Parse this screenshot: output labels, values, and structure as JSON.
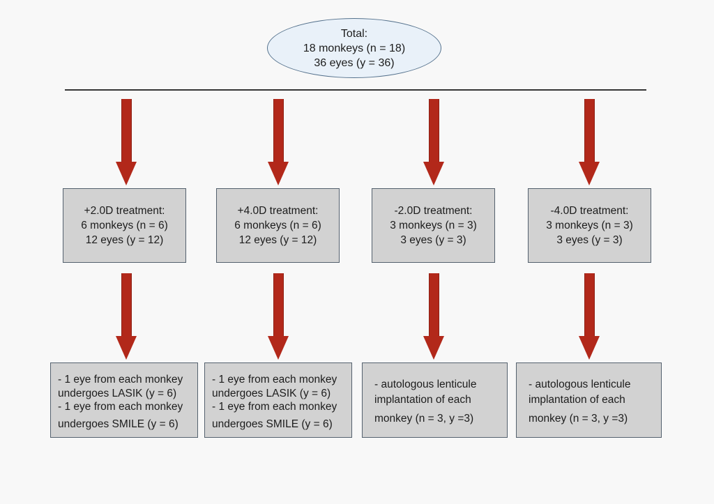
{
  "diagram_title": "Monkey study allocation flowchart",
  "colors": {
    "background": "#f8f8f8",
    "arrow_red": "#b2281a",
    "box_fill": "#d2d2d2",
    "box_border": "#54616e",
    "ellipse_fill": "#e9f1f9",
    "ellipse_border": "#54718c",
    "divider_line": "#353535",
    "text": "#1c1c1c"
  },
  "total_node": {
    "lines": [
      "Total:",
      "18 monkeys (n = 18)",
      "36 eyes (y = 36)"
    ]
  },
  "treatment_boxes": [
    {
      "lines": [
        "+2.0D treatment:",
        "6 monkeys (n = 6)",
        "12 eyes (y = 12)"
      ]
    },
    {
      "lines": [
        "+4.0D treatment:",
        "6 monkeys (n = 6)",
        "12 eyes (y = 12)"
      ]
    },
    {
      "lines": [
        "-2.0D treatment:",
        "3 monkeys (n = 3)",
        "3 eyes (y = 3)"
      ]
    },
    {
      "lines": [
        "-4.0D treatment:",
        "3 monkeys (n = 3)",
        "3 eyes (y = 3)"
      ]
    }
  ],
  "procedure_boxes": [
    {
      "lines": [
        "- 1 eye from each monkey",
        "undergoes LASIK (y = 6)",
        "- 1 eye from each monkey",
        "undergoes SMILE (y = 6)"
      ]
    },
    {
      "lines": [
        "- 1 eye from each monkey",
        "undergoes LASIK (y = 6)",
        "- 1 eye from each monkey",
        "undergoes SMILE (y = 6)"
      ]
    },
    {
      "lines": [
        "- autologous lenticule",
        "implantation of each",
        "monkey (n = 3, y =3)"
      ]
    },
    {
      "lines": [
        "- autologous lenticule",
        "implantation of each",
        "monkey (n = 3, y =3)"
      ]
    }
  ]
}
